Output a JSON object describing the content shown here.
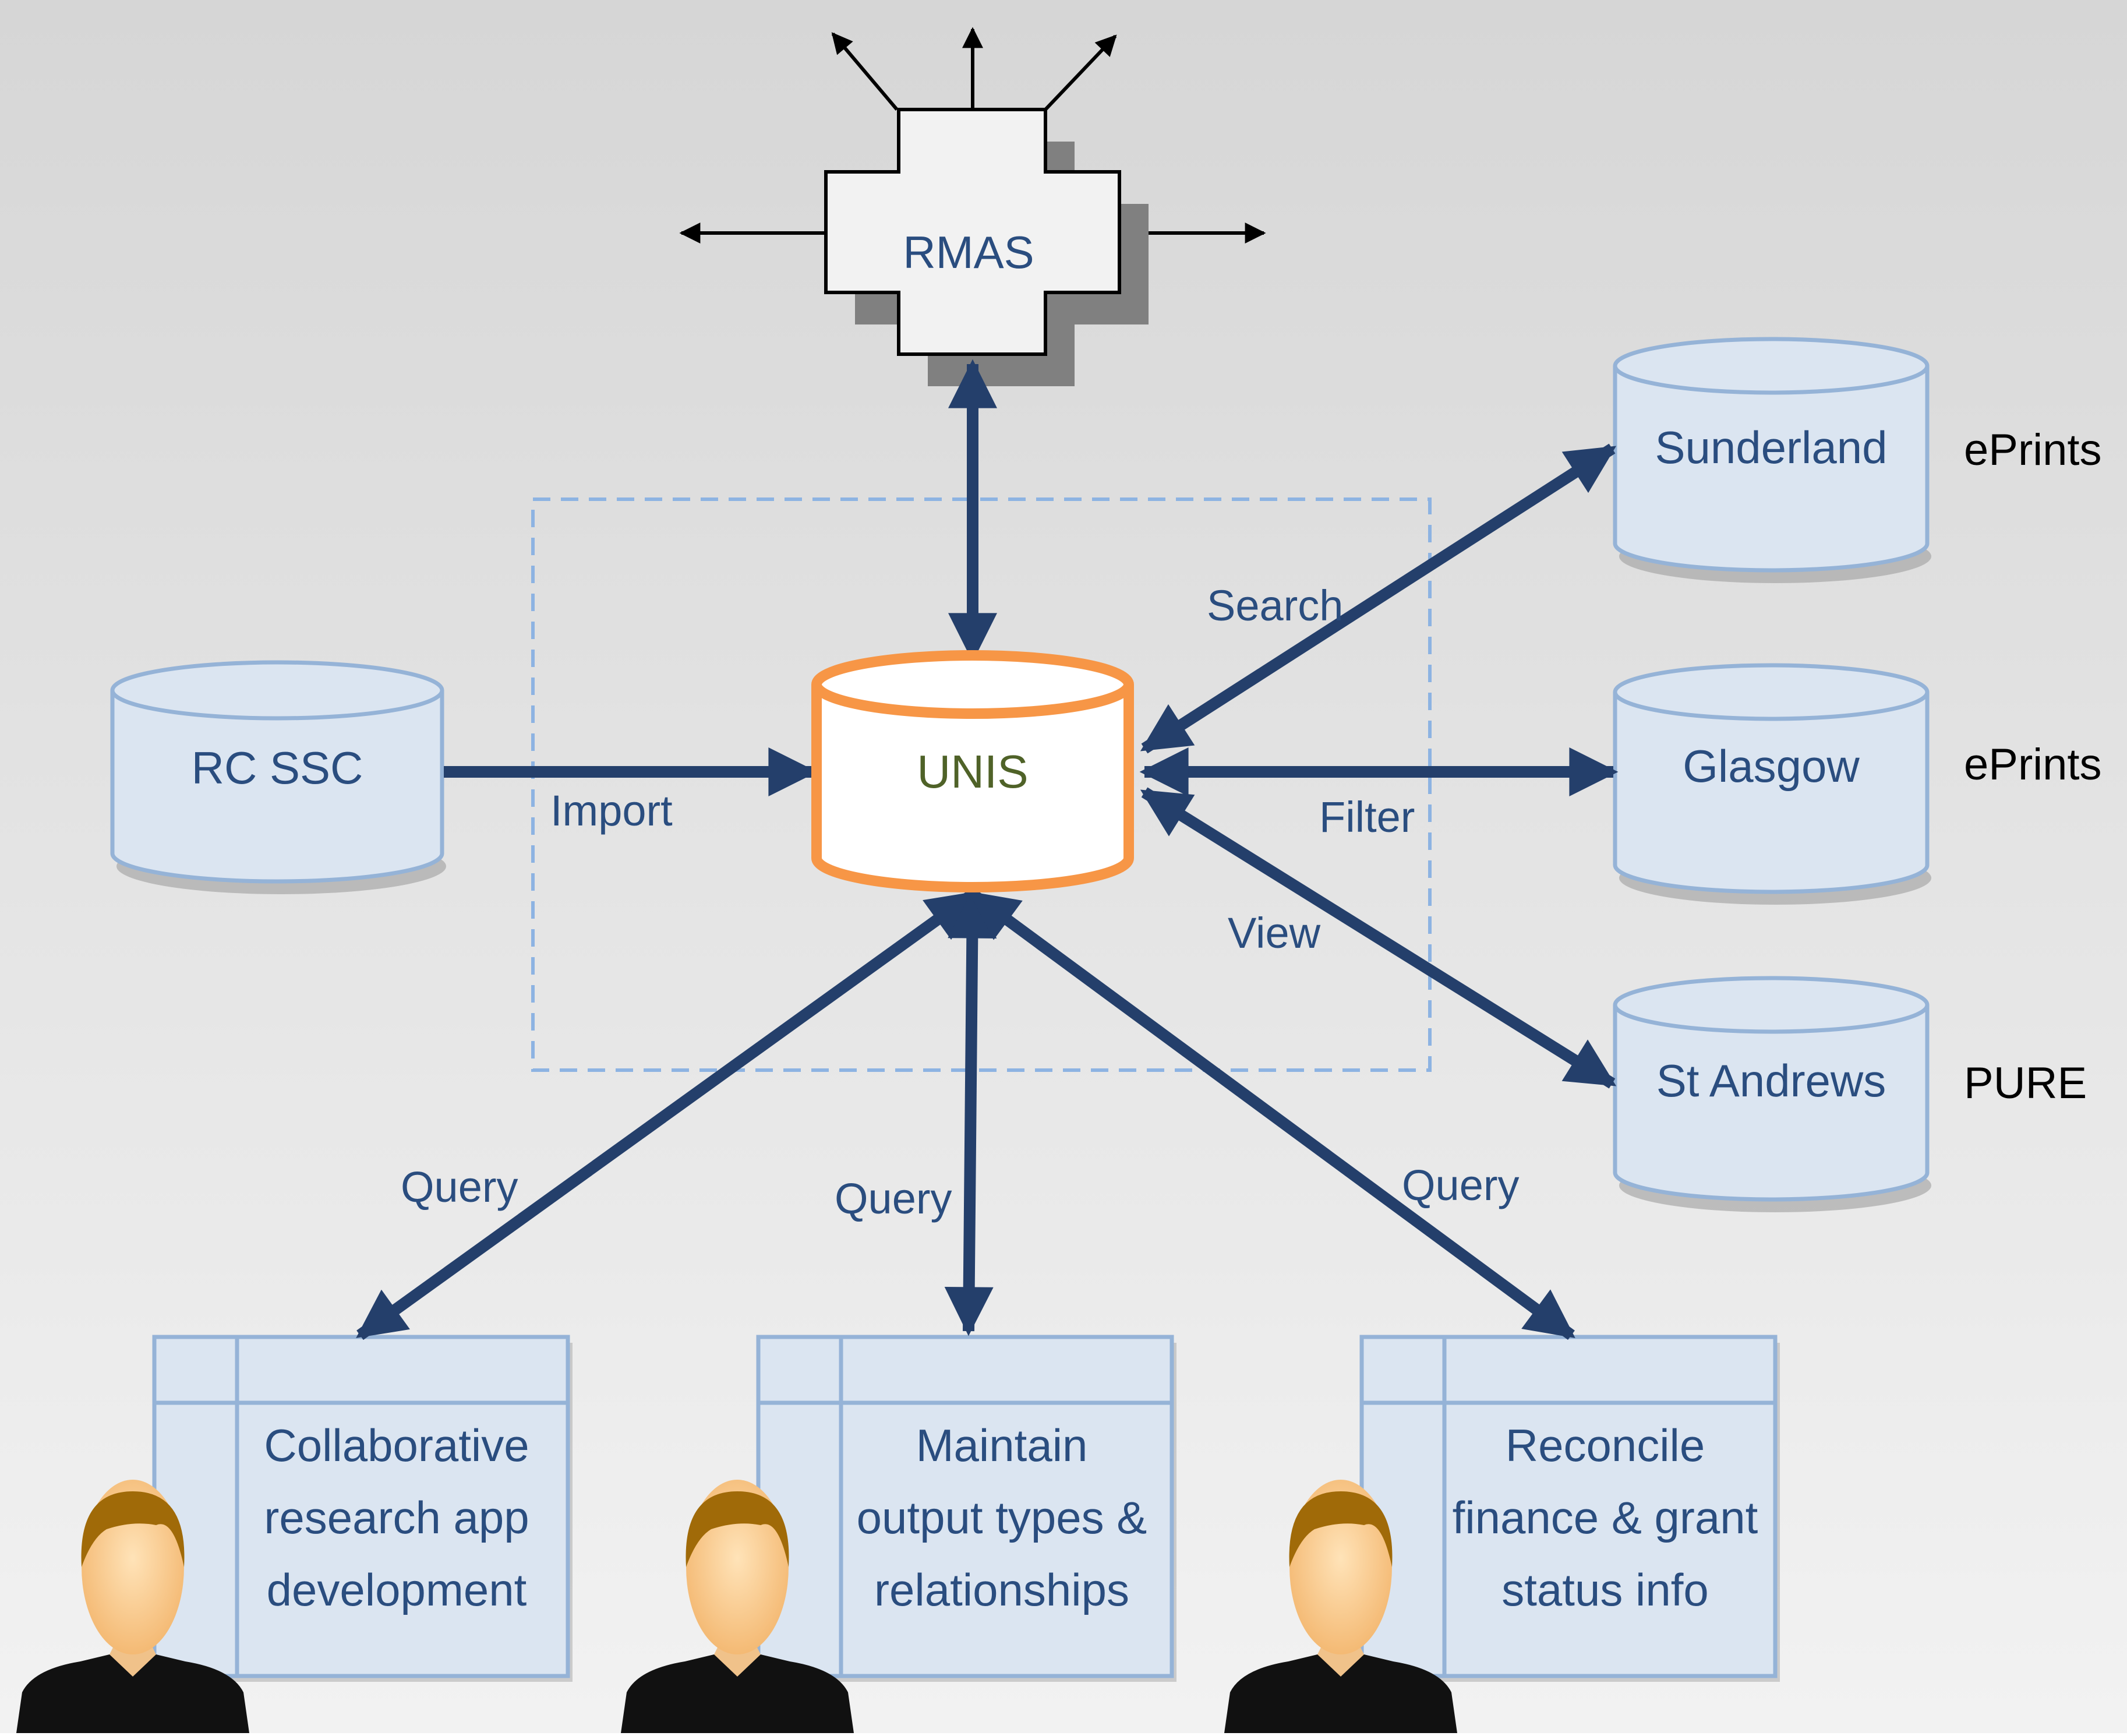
{
  "rmas": {
    "label": "RMAS"
  },
  "unis": {
    "label": "UNIS"
  },
  "source": {
    "label": "RC SSC"
  },
  "repositories": [
    {
      "label": "Sunderland",
      "system": "ePrints"
    },
    {
      "label": "Glasgow",
      "system": "ePrints"
    },
    {
      "label": "St Andrews",
      "system": "PURE"
    }
  ],
  "edge_labels": {
    "import": "Import",
    "search": "Search",
    "filter": "Filter",
    "view": "View",
    "query": "Query"
  },
  "apps": [
    {
      "lines": [
        "Collaborative",
        "research app",
        "development"
      ]
    },
    {
      "lines": [
        "Maintain",
        "output types &",
        "relationships"
      ]
    },
    {
      "lines": [
        "Reconcile",
        "finance & grant",
        "status info"
      ]
    }
  ],
  "colors": {
    "navy": "#243f6b",
    "node_fill": "#dbe5f1",
    "node_stroke": "#95b3d7",
    "unis_stroke": "#f79646",
    "rmas_fill": "#f2f2f2",
    "rmas_shadow": "#808080"
  }
}
